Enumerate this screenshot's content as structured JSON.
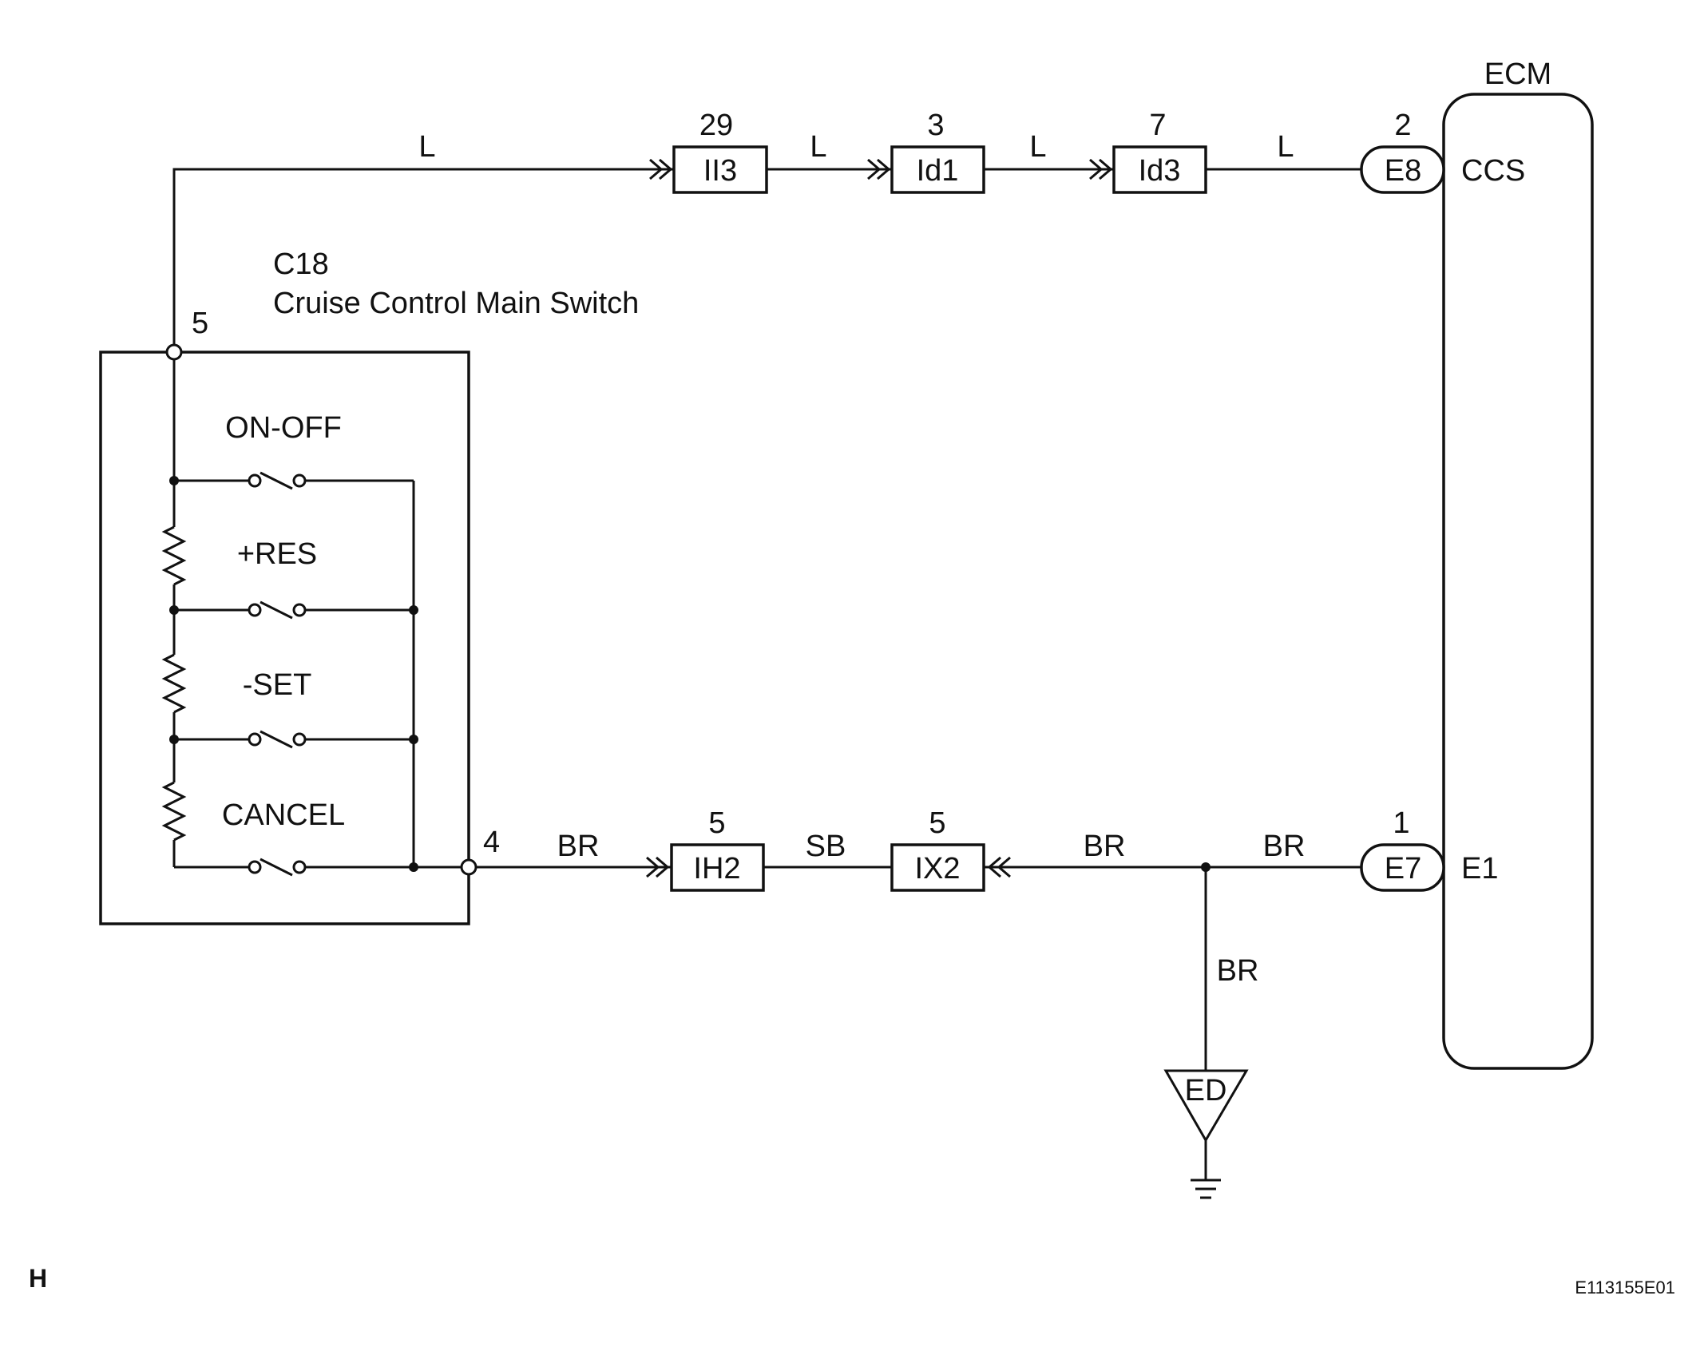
{
  "ecm": {
    "title": "ECM",
    "pins": [
      {
        "number": "2",
        "connector": "E8",
        "terminal": "CCS"
      },
      {
        "number": "1",
        "connector": "E7",
        "terminal": "E1"
      }
    ]
  },
  "switch": {
    "code": "C18",
    "name": "Cruise Control Main Switch",
    "pin_top": "5",
    "pin_bottom": "4",
    "positions": [
      "ON-OFF",
      "+RES",
      "-SET",
      "CANCEL"
    ]
  },
  "top_line": {
    "connectors": [
      {
        "pin": "29",
        "name": "II3"
      },
      {
        "pin": "3",
        "name": "Id1"
      },
      {
        "pin": "7",
        "name": "Id3"
      }
    ],
    "wire_colors": [
      "L",
      "L",
      "L",
      "L"
    ]
  },
  "bottom_line": {
    "connectors": [
      {
        "pin": "5",
        "name": "IH2"
      },
      {
        "pin": "5",
        "name": "IX2"
      }
    ],
    "wire_colors": [
      "BR",
      "SB",
      "BR",
      "BR",
      "BR"
    ]
  },
  "ground": {
    "name": "ED"
  },
  "footer": {
    "left": "H",
    "right": "E113155E01"
  }
}
